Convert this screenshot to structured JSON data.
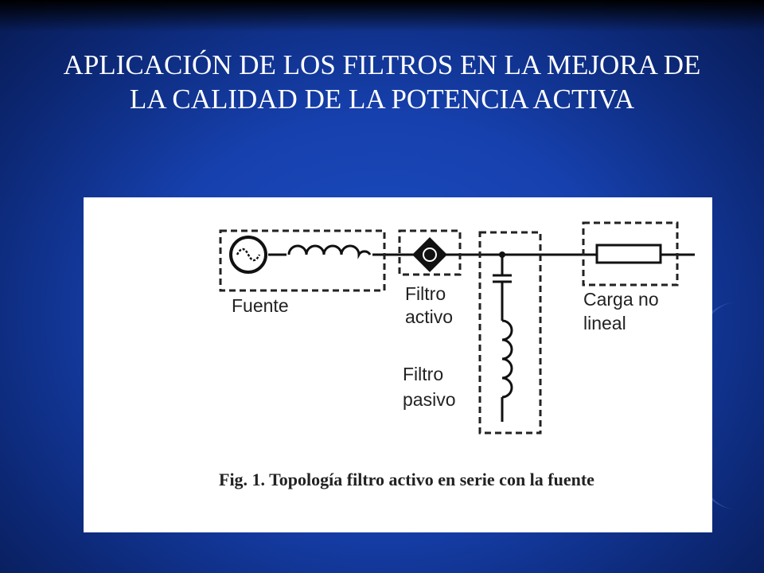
{
  "slide": {
    "title": "APLICACIÓN DE LOS FILTROS EN LA MEJORA DE LA CALIDAD DE LA POTENCIA ACTIVA"
  },
  "figure": {
    "labels": {
      "fuente": "Fuente",
      "filtro_activo_1": "Filtro",
      "filtro_activo_2": "activo",
      "filtro_pasivo_1": "Filtro",
      "filtro_pasivo_2": "pasivo",
      "carga_1": "Carga no",
      "carga_2": "lineal"
    },
    "caption": "Fig. 1. Topología filtro activo en serie con la fuente"
  }
}
